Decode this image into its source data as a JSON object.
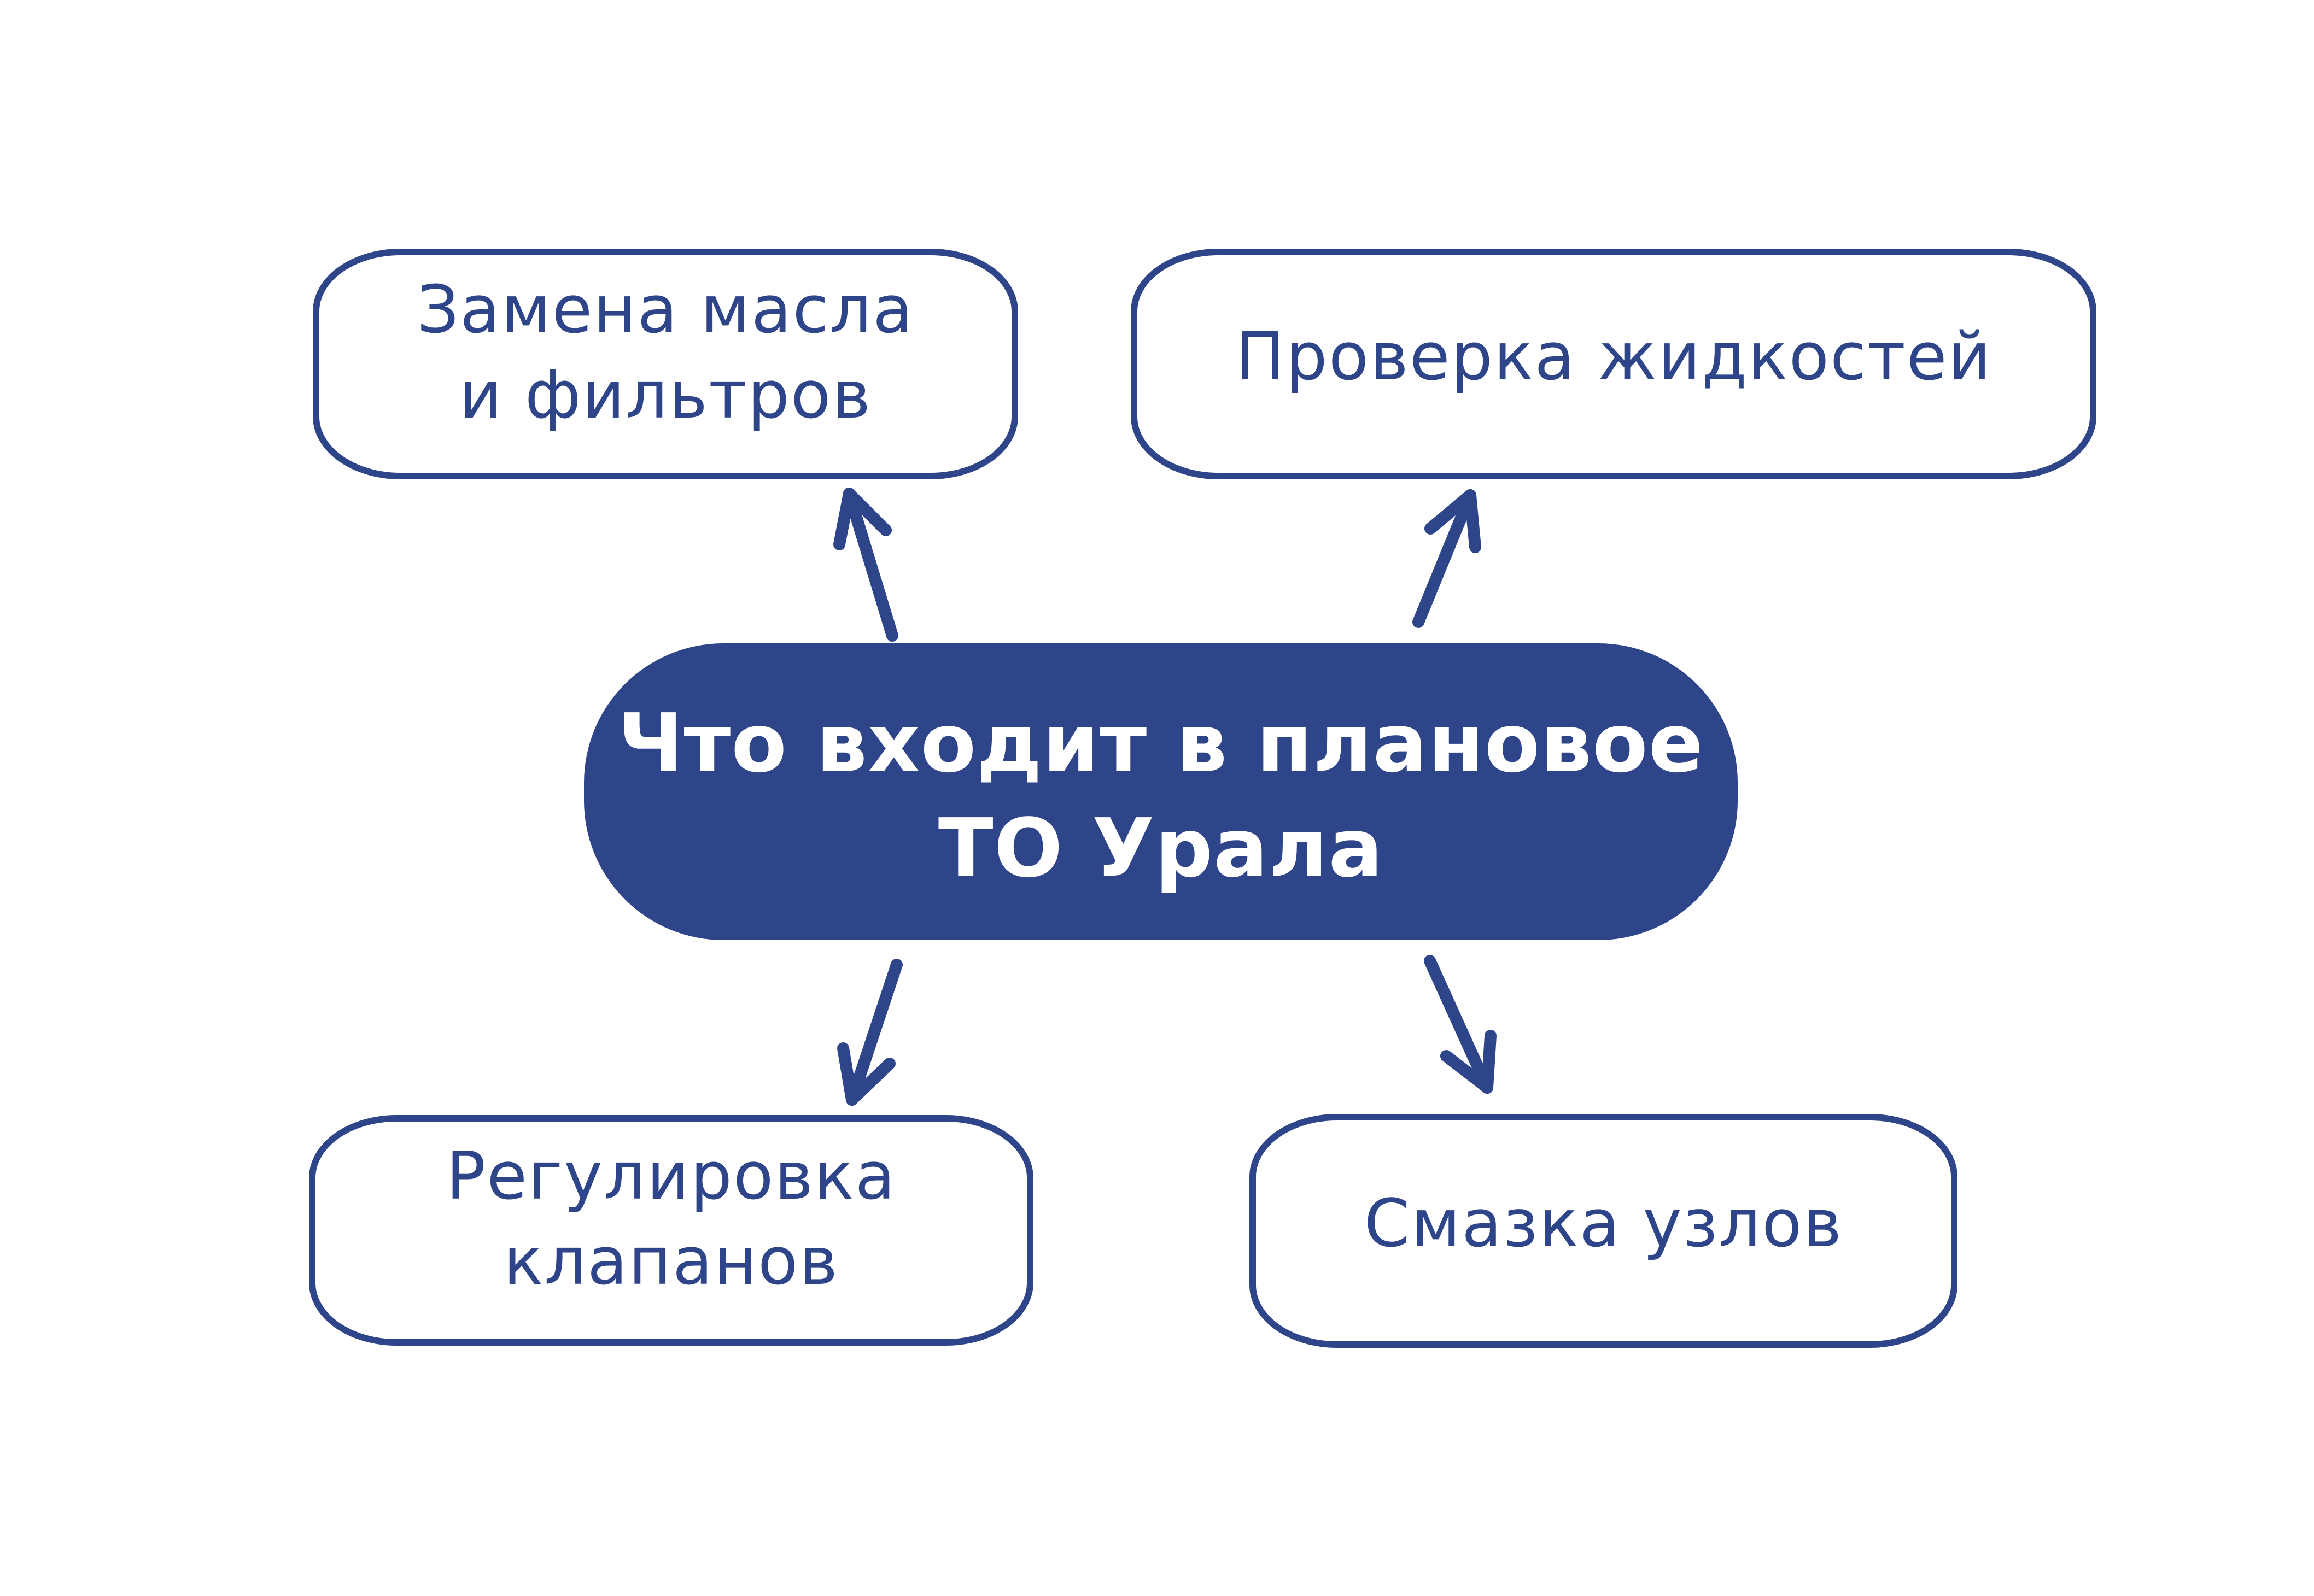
{
  "colors": {
    "accent": "#2e4589",
    "background": "#ffffff",
    "center_text": "#ffffff"
  },
  "diagram": {
    "center": {
      "lines": [
        "Что входит в плановое",
        "ТО Урала"
      ]
    },
    "nodes": {
      "top_left": {
        "lines": [
          "Замена масла",
          "и фильтров"
        ]
      },
      "top_right": {
        "lines": [
          "Проверка жидкостей"
        ]
      },
      "bottom_left": {
        "lines": [
          "Регулировка",
          "клапанов"
        ]
      },
      "bottom_right": {
        "lines": [
          "Смазка узлов"
        ]
      }
    },
    "arrows": [
      {
        "name": "center-to-top-left"
      },
      {
        "name": "center-to-top-right"
      },
      {
        "name": "center-to-bottom-left"
      },
      {
        "name": "center-to-bottom-right"
      }
    ]
  }
}
